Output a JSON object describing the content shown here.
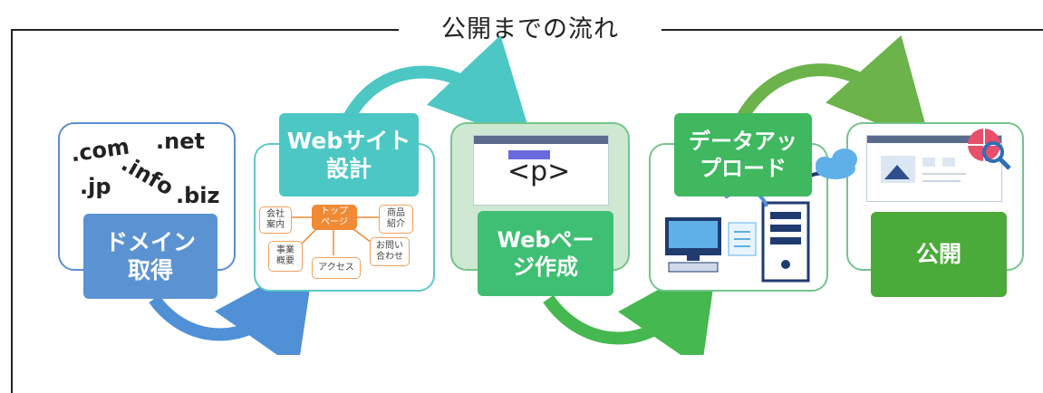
{
  "title": "公開までの流れ",
  "steps": [
    {
      "label": "ドメイン\n取得"
    },
    {
      "label": "Webサイト\n設計"
    },
    {
      "label": "Webペー\nジ作成"
    },
    {
      "label": "データアッ\nプロード"
    },
    {
      "label": "公開"
    }
  ],
  "domains": [
    ".com",
    ".net",
    ".jp",
    ".info",
    ".biz"
  ],
  "sitemap": {
    "top": "トップ\nページ",
    "company": "会社\n案内",
    "products": "商品\n紹介",
    "business": "事業\n概要",
    "access": "アクセス",
    "contact": "お問い\n合わせ"
  },
  "code_tag": "<p>",
  "colors": {
    "blue": "#5b93d2",
    "teal": "#4cc7c4",
    "green": "#3fbf73",
    "dark_green": "#4aaa3a",
    "orange": "#f08a35"
  },
  "icons": [
    "curved-arrow-icon",
    "browser-window-icon",
    "desktop-computer-icon",
    "server-icon",
    "cloud-icon",
    "document-icon",
    "globe-magnifier-icon"
  ]
}
